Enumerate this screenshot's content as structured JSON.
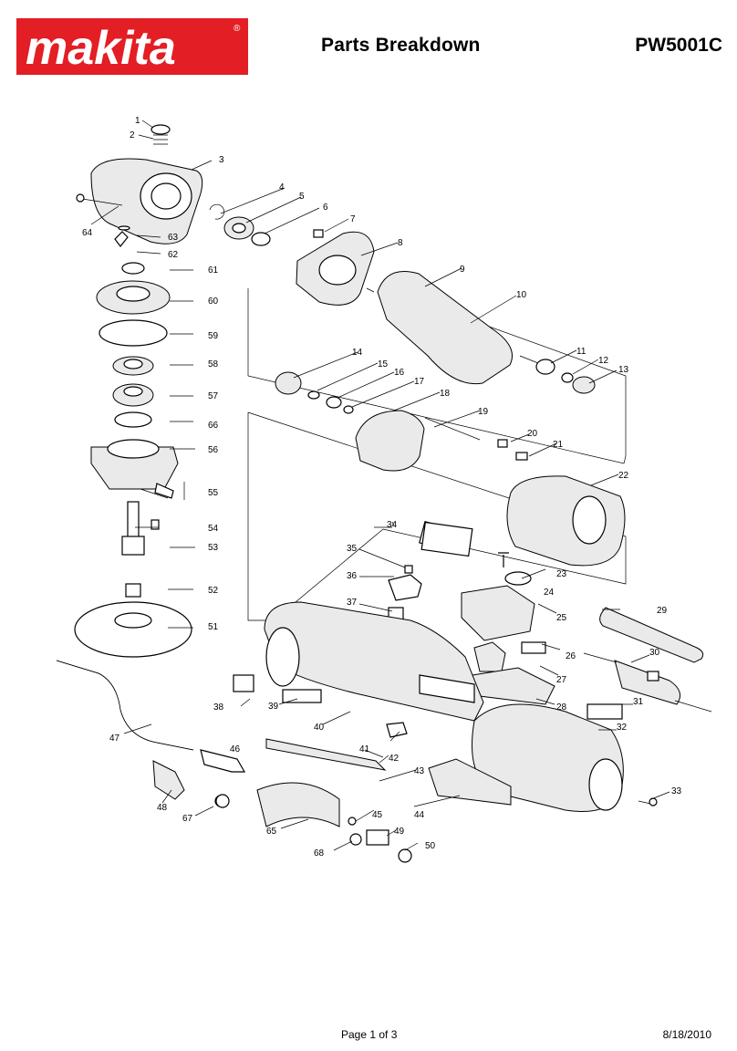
{
  "header": {
    "brand": "makita",
    "registered_mark": "®",
    "title": "Parts Breakdown",
    "model": "PW5001C"
  },
  "footer": {
    "page": "Page 1 of 3",
    "date": "8/18/2010"
  },
  "colors": {
    "brand_red": "#e31e24",
    "line": "#000000"
  },
  "parts": [
    "1",
    "2",
    "3",
    "4",
    "5",
    "6",
    "7",
    "8",
    "9",
    "10",
    "11",
    "12",
    "13",
    "14",
    "15",
    "16",
    "17",
    "18",
    "19",
    "20",
    "21",
    "22",
    "23",
    "24",
    "25",
    "26",
    "27",
    "28",
    "29",
    "30",
    "31",
    "32",
    "33",
    "34",
    "35",
    "36",
    "37",
    "38",
    "39",
    "40",
    "41",
    "42",
    "43",
    "44",
    "45",
    "46",
    "47",
    "48",
    "49",
    "50",
    "51",
    "52",
    "53",
    "54",
    "55",
    "56",
    "57",
    "58",
    "59",
    "60",
    "61",
    "62",
    "63",
    "64",
    "65",
    "66",
    "67",
    "68"
  ]
}
